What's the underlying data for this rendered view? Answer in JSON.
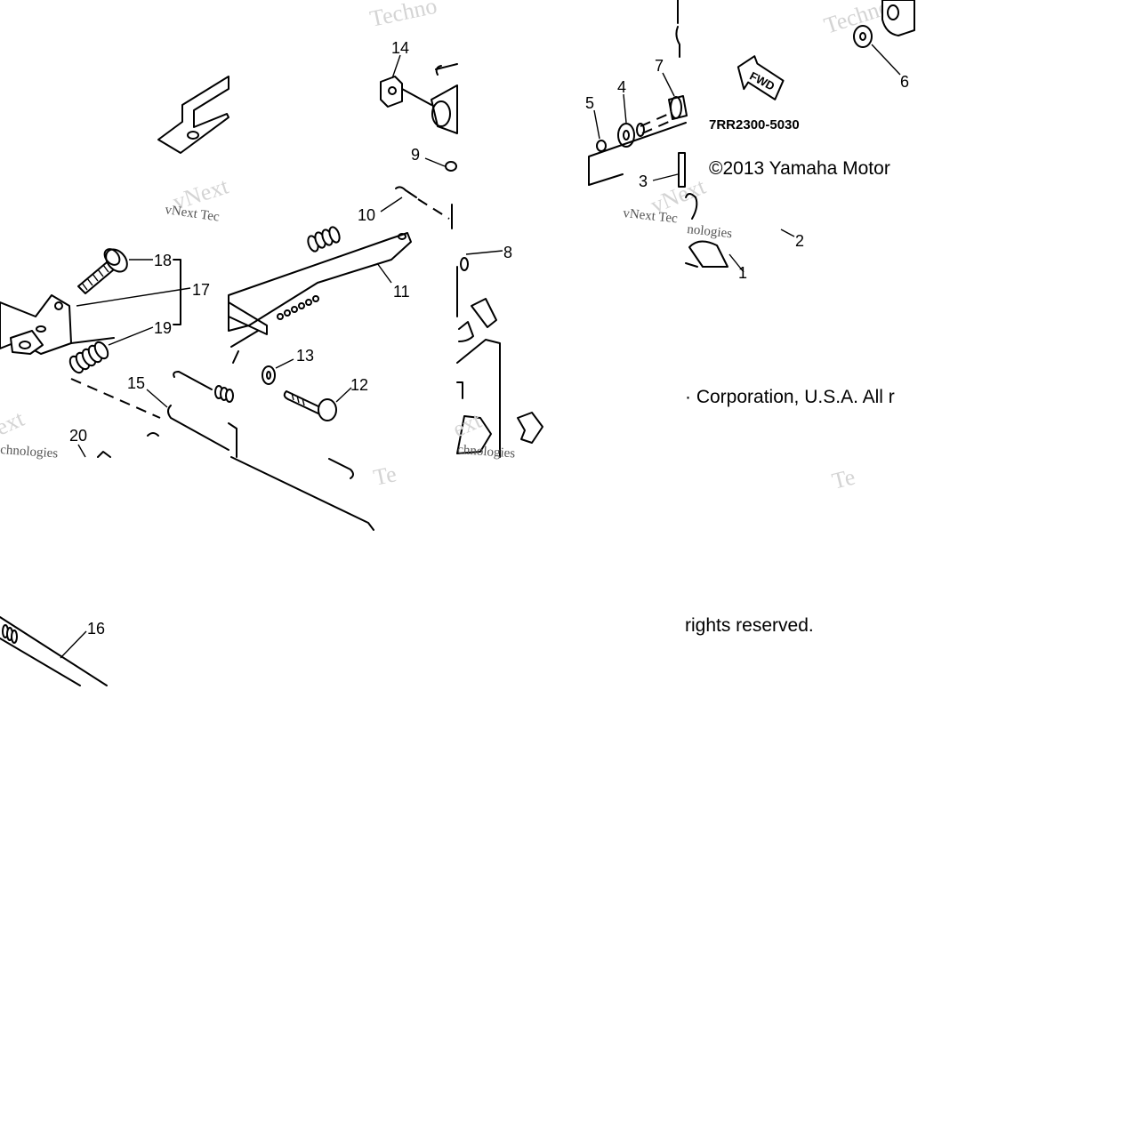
{
  "diagram": {
    "part_code": "7RR2300-5030",
    "fwd_label": "FWD",
    "copyright_line1": "©2013 Yamaha Motor",
    "copyright_line2": "· Corporation, U.S.A. All r",
    "copyright_line3": "rights reserved.",
    "callouts": {
      "c1": "1",
      "c2": "2",
      "c3": "3",
      "c4": "4",
      "c5": "5",
      "c6": "6",
      "c7": "7",
      "c8": "8",
      "c9": "9",
      "c10": "10",
      "c11": "11",
      "c12": "12",
      "c13": "13",
      "c14": "14",
      "c15": "15",
      "c16": "16",
      "c17": "17",
      "c18": "18",
      "c19": "19",
      "c20": "20"
    },
    "watermarks": {
      "brand": "vNext",
      "tech": "Technologies",
      "tech_short": "Techno",
      "tech_tiny": "Te",
      "vnext_tec": "vNext Tec",
      "next_fragment": "ext",
      "chnologies": "chnologies",
      "nologies": "nologies"
    }
  }
}
